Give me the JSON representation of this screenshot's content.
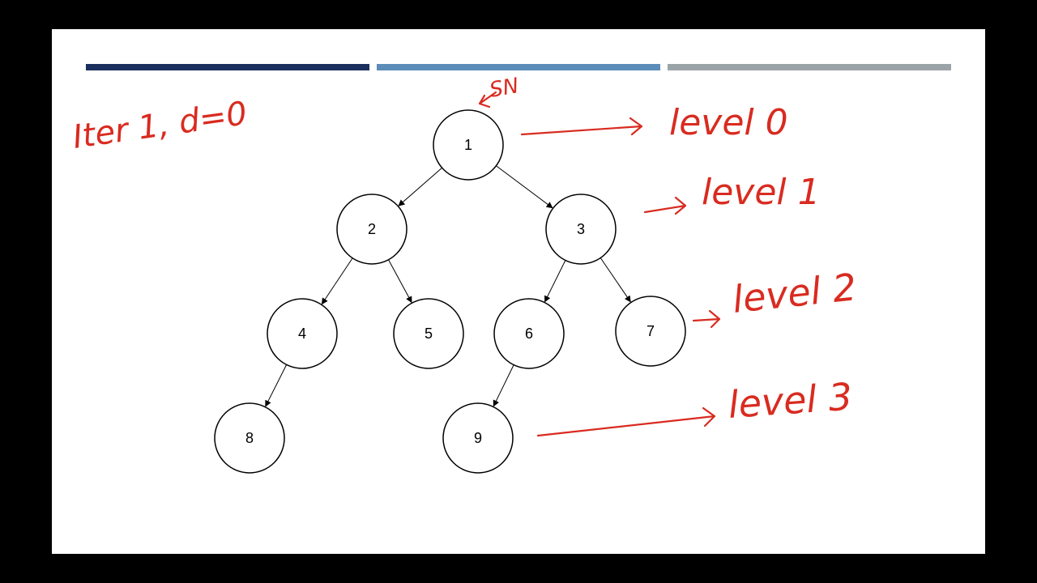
{
  "colors": {
    "bar_dark": "#1b2f5e",
    "bar_mid": "#5b8db8",
    "bar_gray": "#9aa3a8",
    "ink": "#d92b20"
  },
  "tree": {
    "nodes": [
      {
        "id": "1",
        "label": "1"
      },
      {
        "id": "2",
        "label": "2"
      },
      {
        "id": "3",
        "label": "3"
      },
      {
        "id": "4",
        "label": "4"
      },
      {
        "id": "5",
        "label": "5"
      },
      {
        "id": "6",
        "label": "6"
      },
      {
        "id": "7",
        "label": "7"
      },
      {
        "id": "8",
        "label": "8"
      },
      {
        "id": "9",
        "label": "9"
      }
    ],
    "edges": [
      [
        "1",
        "2"
      ],
      [
        "1",
        "3"
      ],
      [
        "2",
        "4"
      ],
      [
        "2",
        "5"
      ],
      [
        "3",
        "6"
      ],
      [
        "3",
        "7"
      ],
      [
        "4",
        "8"
      ],
      [
        "6",
        "9"
      ]
    ]
  },
  "annotations": {
    "iter": "Iter 1, d=0",
    "start_node": "SN",
    "levels": [
      "level 0",
      "level 1",
      "level 2",
      "level 3"
    ]
  }
}
